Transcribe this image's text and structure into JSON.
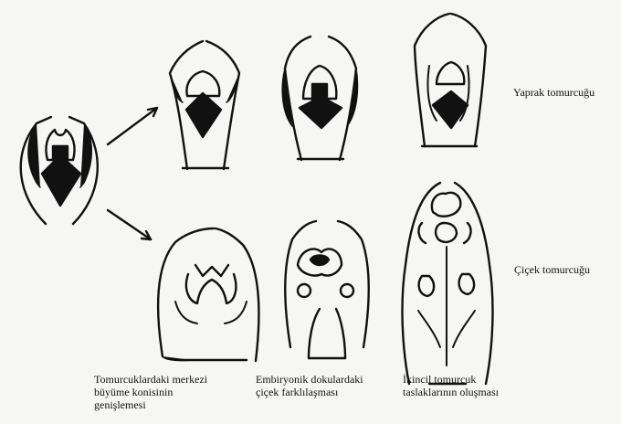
{
  "row_labels": {
    "leaf_bud": "Yaprak tomurcuğu",
    "flower_bud": "Çiçek tomurcuğu"
  },
  "captions": {
    "stage1": [
      "Tomurcuklardaki merkezi",
      "büyüme konisinin",
      "genişlemesi"
    ],
    "stage2": [
      "Embiryonik dokulardaki",
      "çiçek farklılaşması"
    ],
    "stage3": [
      "İkincil tomurcuk",
      "taslaklarının oluşması"
    ]
  },
  "colors": {
    "ink": "#111111",
    "paper": "#f6f6f4"
  }
}
